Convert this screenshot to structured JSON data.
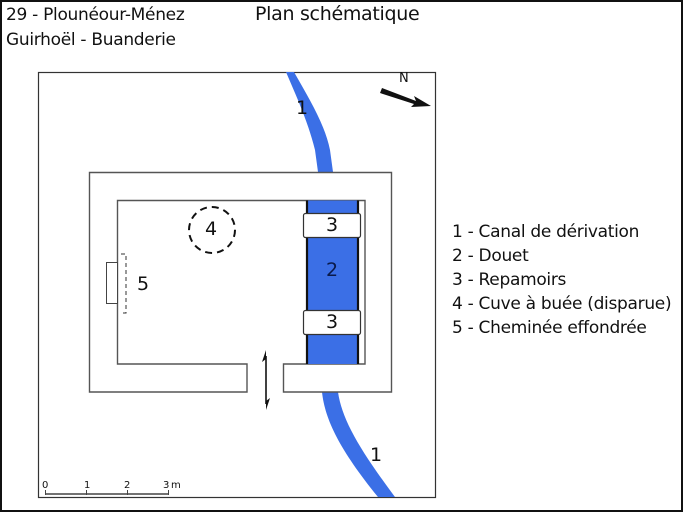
{
  "header": {
    "location": "29 - Plounéour-Ménez",
    "site": "Guirhoël - Buanderie",
    "title": "Plan schématique"
  },
  "plan": {
    "north_label": "N",
    "labels": {
      "canal_top": "1",
      "canal_bottom": "1",
      "douet": "2",
      "repamoir_top": "3",
      "repamoir_bottom": "3",
      "cuve": "4",
      "cheminee": "5"
    },
    "colors": {
      "water": "#3b6fe6",
      "number_on_water": "#0a1a4a"
    }
  },
  "scale": {
    "ticks": [
      "0",
      "1",
      "2",
      "3"
    ],
    "unit": "m"
  },
  "legend": {
    "items": [
      "1 - Canal de dérivation",
      "2 - Douet",
      "3 - Repamoirs",
      "4 - Cuve à buée (disparue)",
      "5 - Cheminée effondrée"
    ]
  }
}
